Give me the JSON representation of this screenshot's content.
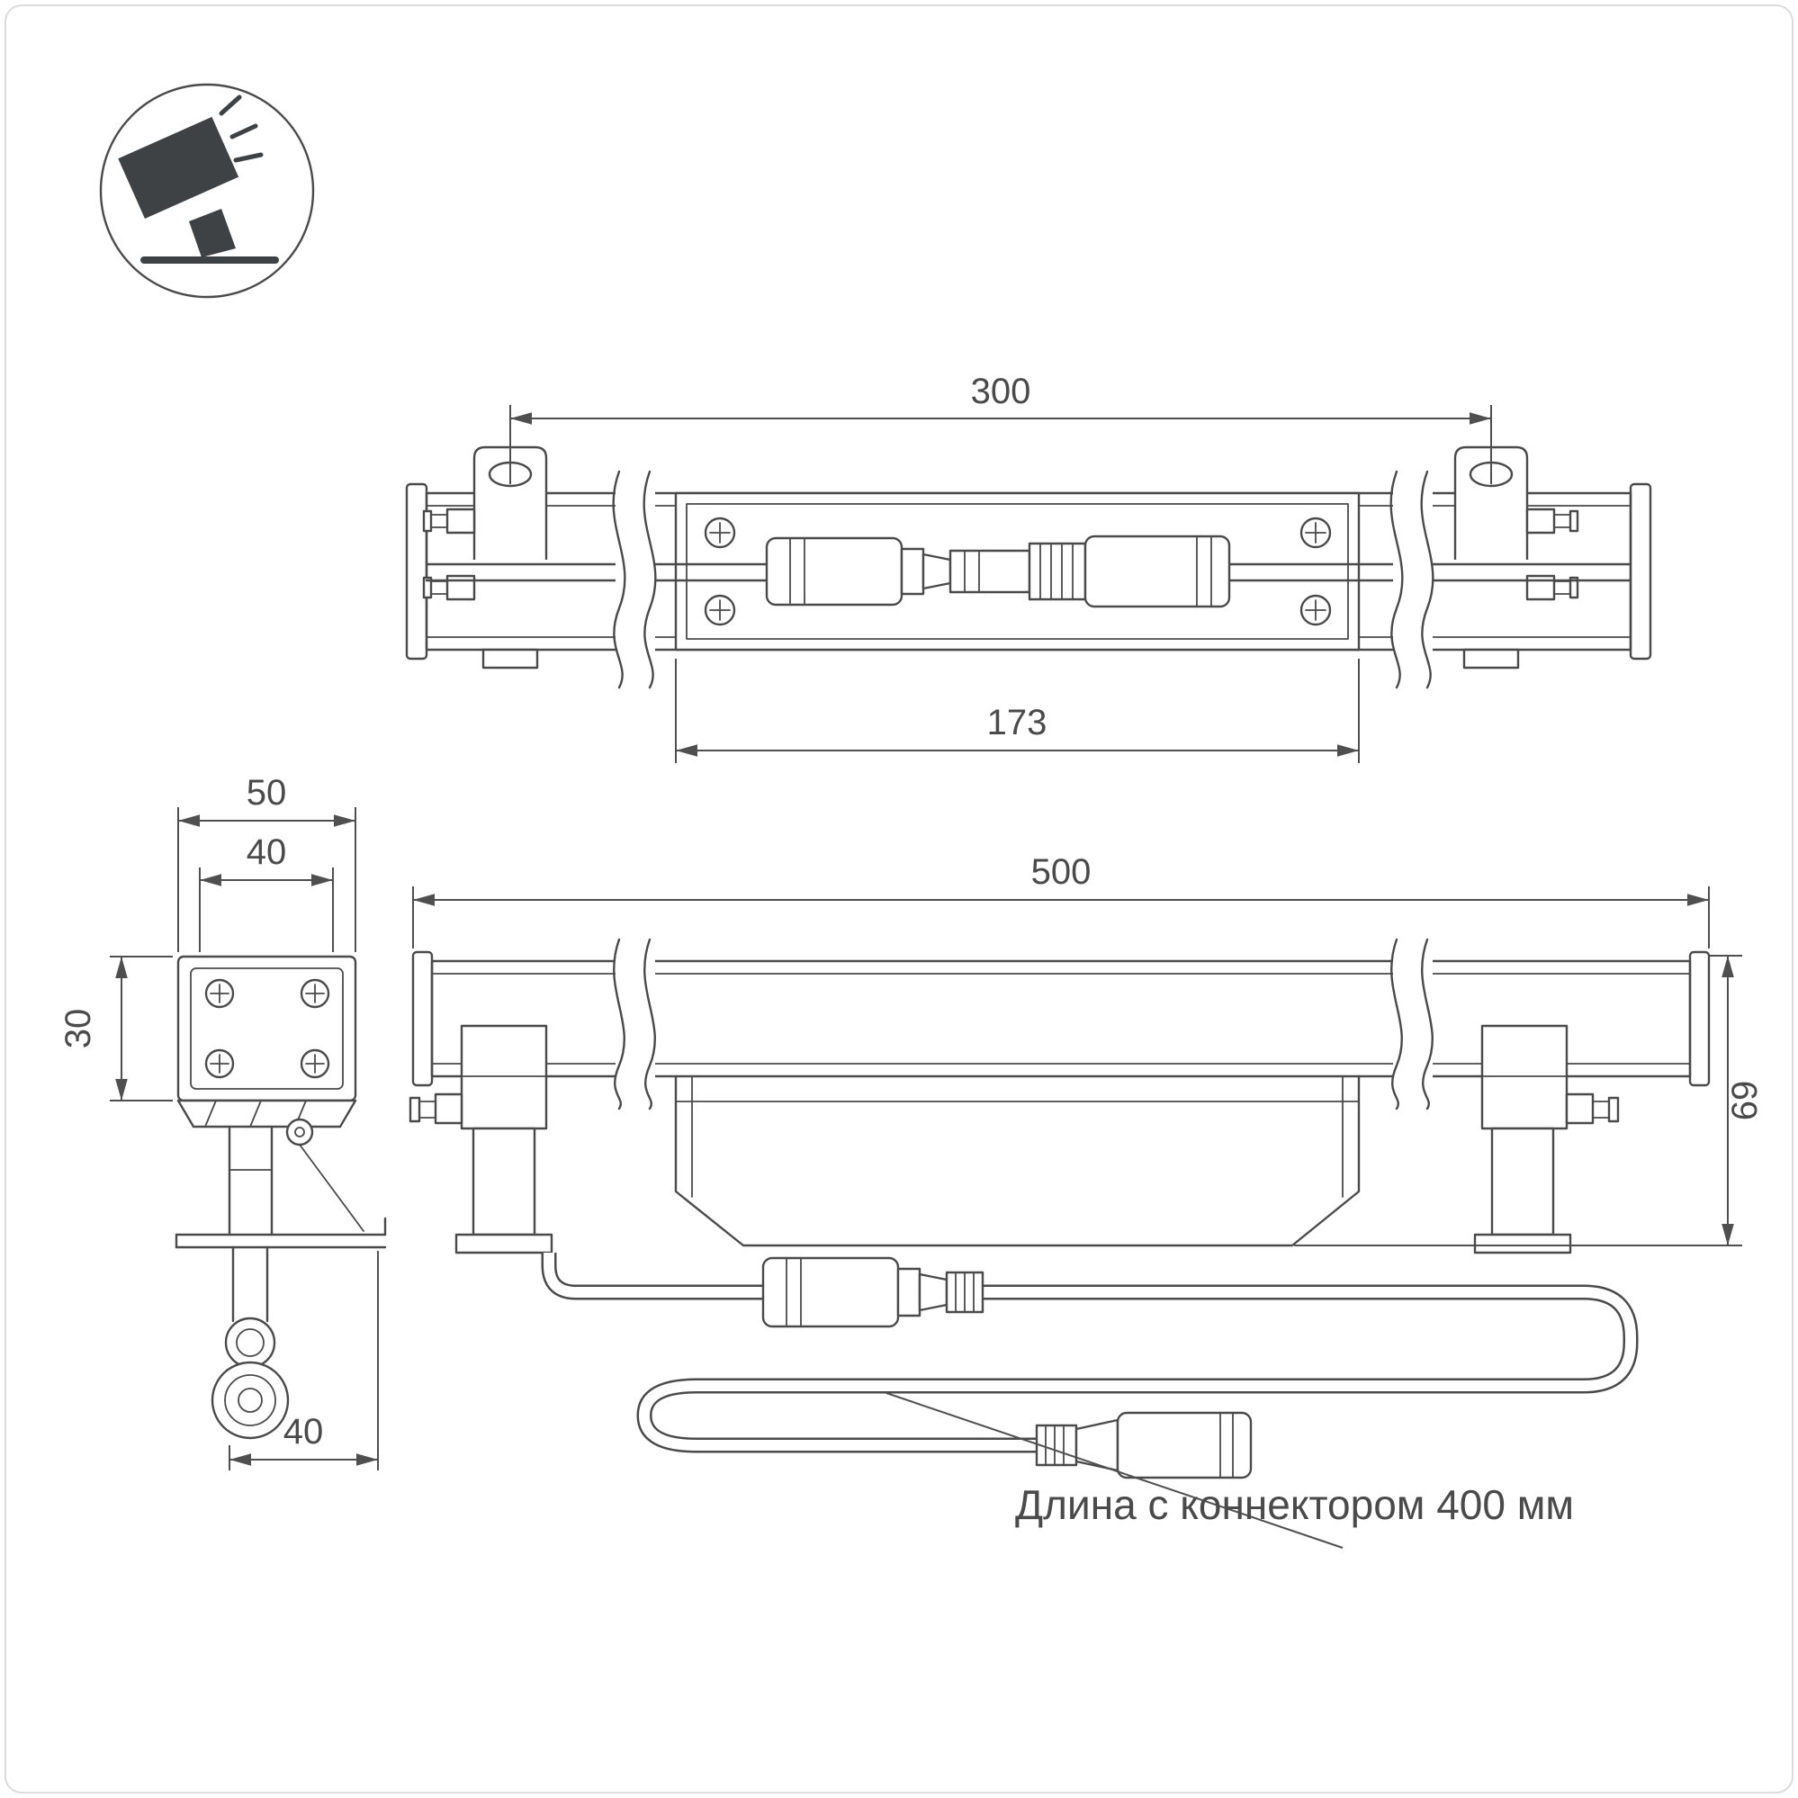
{
  "page": {
    "background": "#ffffff",
    "frame_color": "#d9dbdc"
  },
  "colors": {
    "line": "#4a4a4a",
    "dimension": "#4f4f4f",
    "icon_fill": "#3f4245",
    "text": "#4a4a4a"
  },
  "icon": {
    "name": "floodlight-ground-icon"
  },
  "dims": {
    "top_overall": "300",
    "top_body": "173",
    "side_top_width": "50",
    "side_body_width": "40",
    "side_body_height": "30",
    "side_bottom_width": "40",
    "front_length": "500",
    "front_height": "69"
  },
  "annotation": {
    "connector_note": "Длина с коннектором 400 мм"
  }
}
